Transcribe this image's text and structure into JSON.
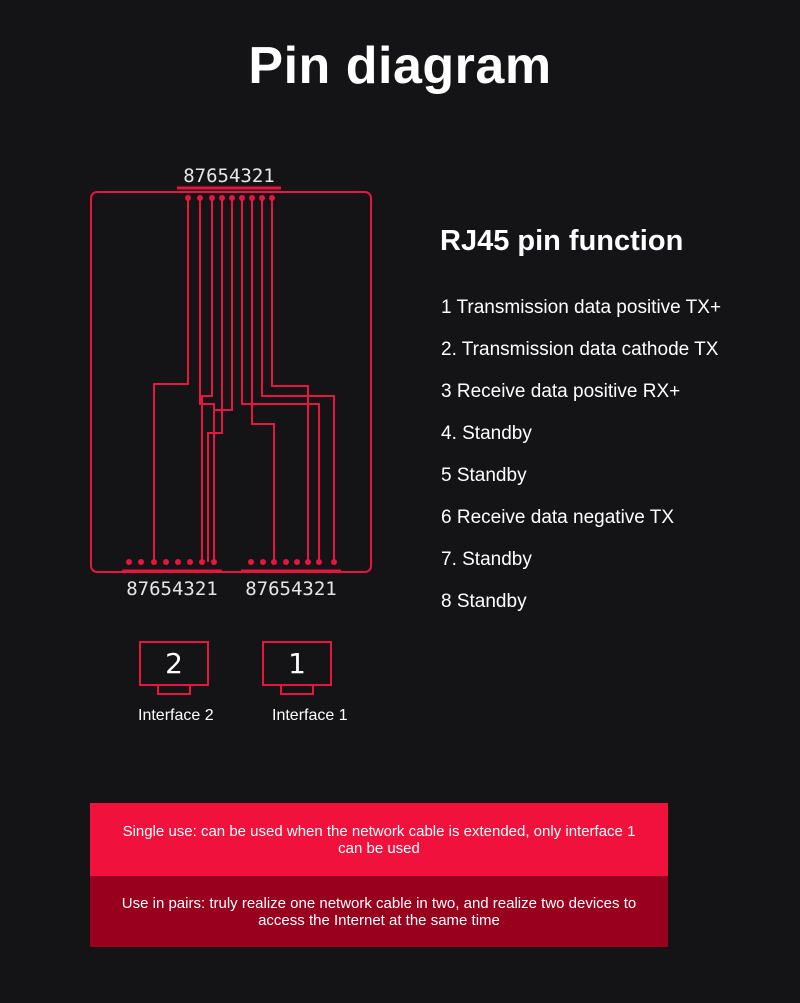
{
  "title": "Pin diagram",
  "diagram": {
    "top_pin_numbers": "87654321",
    "left_pin_numbers": "87654321",
    "right_pin_numbers": "87654321",
    "interfaces": [
      {
        "number": "2",
        "label": "Interface 2"
      },
      {
        "number": "1",
        "label": "Interface 1"
      }
    ],
    "colors": {
      "trace": "#e5163f",
      "background": "#141417"
    }
  },
  "pin_function": {
    "heading": "RJ45 pin function",
    "items": [
      "1 Transmission data positive TX+",
      "2. Transmission data cathode TX",
      "3 Receive data positive RX+",
      "4. Standby",
      "5 Standby",
      "6 Receive data negative TX",
      "7. Standby",
      "8 Standby"
    ]
  },
  "notes": {
    "single_use": "Single use: can be used when the network cable is extended, only interface 1 can be used",
    "pairs_use": "Use in pairs: truly realize one network cable in two, and realize two devices to access the Internet at the same time"
  }
}
